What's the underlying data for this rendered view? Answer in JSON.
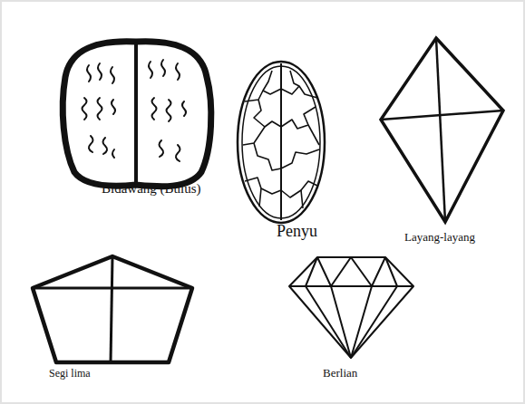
{
  "diagram": {
    "labels": [
      "Bidawang (Bulus)",
      "Penyu",
      "Layang-layang",
      "Segi lima",
      "Berlian"
    ]
  }
}
